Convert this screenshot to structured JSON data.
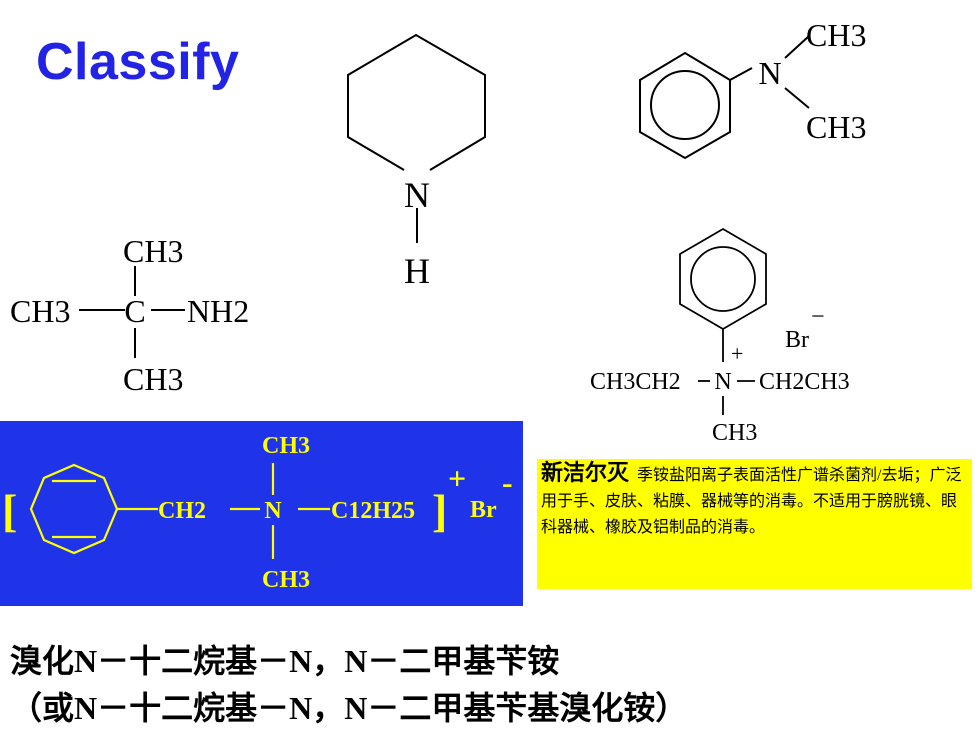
{
  "title": "Classify",
  "piperidine": {
    "n": "N",
    "h": "H"
  },
  "dimethylaniline": {
    "n": "N",
    "ch3_top": "CH3",
    "ch3_bottom": "CH3"
  },
  "tbutylamine": {
    "ch3_top": "CH3",
    "ch3_left": "CH3",
    "c": "C",
    "nh2": "NH2",
    "ch3_bottom": "CH3"
  },
  "quaternary_ammonium": {
    "charge": "+",
    "br": "Br",
    "br_charge": "−",
    "left_group": "CH3CH2",
    "n": "N",
    "right_group": "CH2CH3",
    "ch3": "CH3"
  },
  "benzalkonium": {
    "bracket_open": "[",
    "ch2": "CH2",
    "n": "N",
    "c12h25": "C12H25",
    "bracket_close": "]",
    "plus": "+",
    "br": "Br",
    "minus": "-",
    "ch3_top": "CH3",
    "ch3_bottom": "CH3",
    "text_color": "#ffff00",
    "box_color": "#1f33e8"
  },
  "info_box": {
    "name": "新洁尔灭",
    "description": "季铵盐阳离子表面活性广谱杀菌剂/去垢；广泛用于手、皮肤、粘膜、器械等的消毒。不适用于膀胱镜、眼科器械、橡胶及铝制品的消毒。",
    "color": "#ffff00"
  },
  "bottom_text": {
    "line1": "溴化N－十二烷基－N，N－二甲基苄铵",
    "line2": "（或N－十二烷基－N，N－二甲基苄基溴化铵）"
  },
  "colors": {
    "title": "#2323e6"
  }
}
